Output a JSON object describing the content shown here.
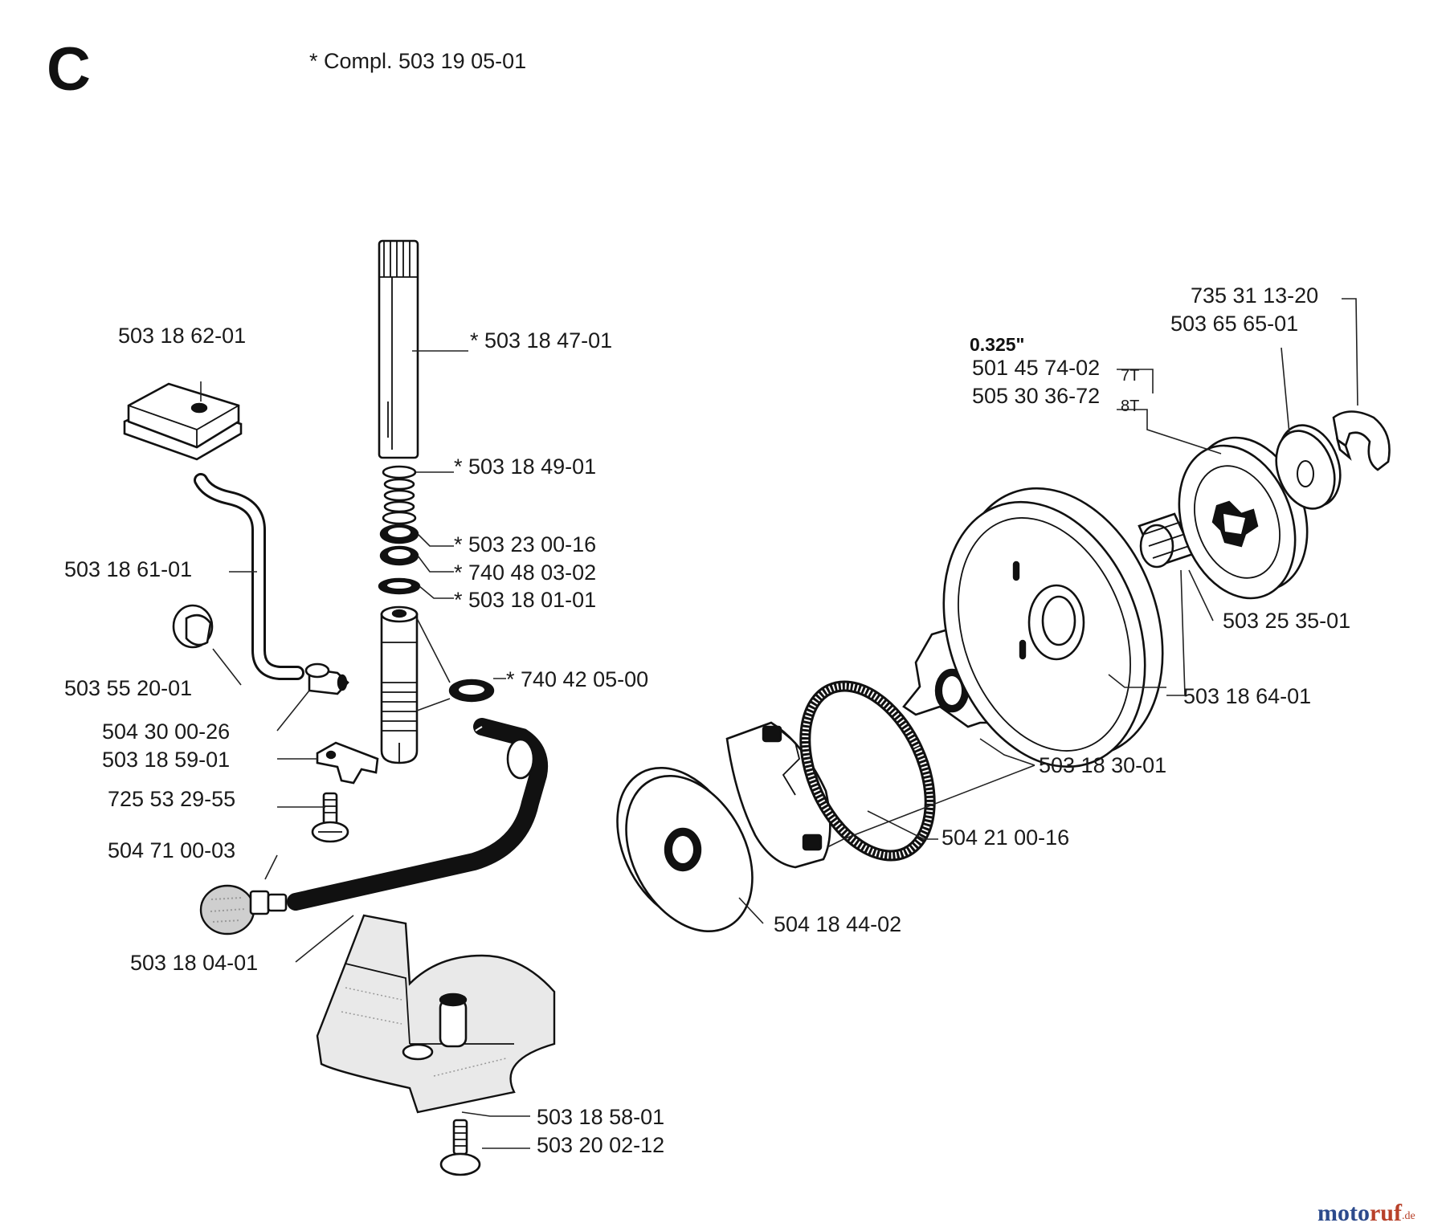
{
  "section_letter": "C",
  "kit_note": "* Compl. 503 19 05-01",
  "pitch_label": "0.325\"",
  "labels": {
    "pump_shaft": "* 503 18 47-01",
    "spring": "* 503 18 49-01",
    "washer_a": "* 503 23 00-16",
    "oring_a": "* 740 48 03-02",
    "pump_housing": "* 503 18 01-01",
    "oring_b": "* 740 42 05-00",
    "grommet": "503 18 62-01",
    "oil_pipe": "503 18 61-01",
    "plug": "503 55 20-01",
    "nipple": "504 30 00-26",
    "plate": "503 18 59-01",
    "screw_a": "725 53 29-55",
    "filter": "504 71 00-03",
    "hose": "503 18 04-01",
    "cover": "503 18 58-01",
    "screw_b": "503 20 02-12",
    "circlip": "735 31 13-20",
    "washer_b": "503 65 65-01",
    "sprocket_7t": "501 45 74-02",
    "sprocket_8t": "505 30 36-72",
    "teeth_7t": "7T",
    "teeth_8t": "8T",
    "needle_bearing": "503 25 35-01",
    "clutch_drum": "503 18 64-01",
    "clutch_hub": "503 18 30-01",
    "clutch_spring": "504 21 00-16",
    "clutch_shoe": "503 18 30-01",
    "clutch_cover": "504 18 44-02"
  },
  "watermark": {
    "part1": "moto",
    "part2": "ruf",
    "suffix": ".de"
  }
}
